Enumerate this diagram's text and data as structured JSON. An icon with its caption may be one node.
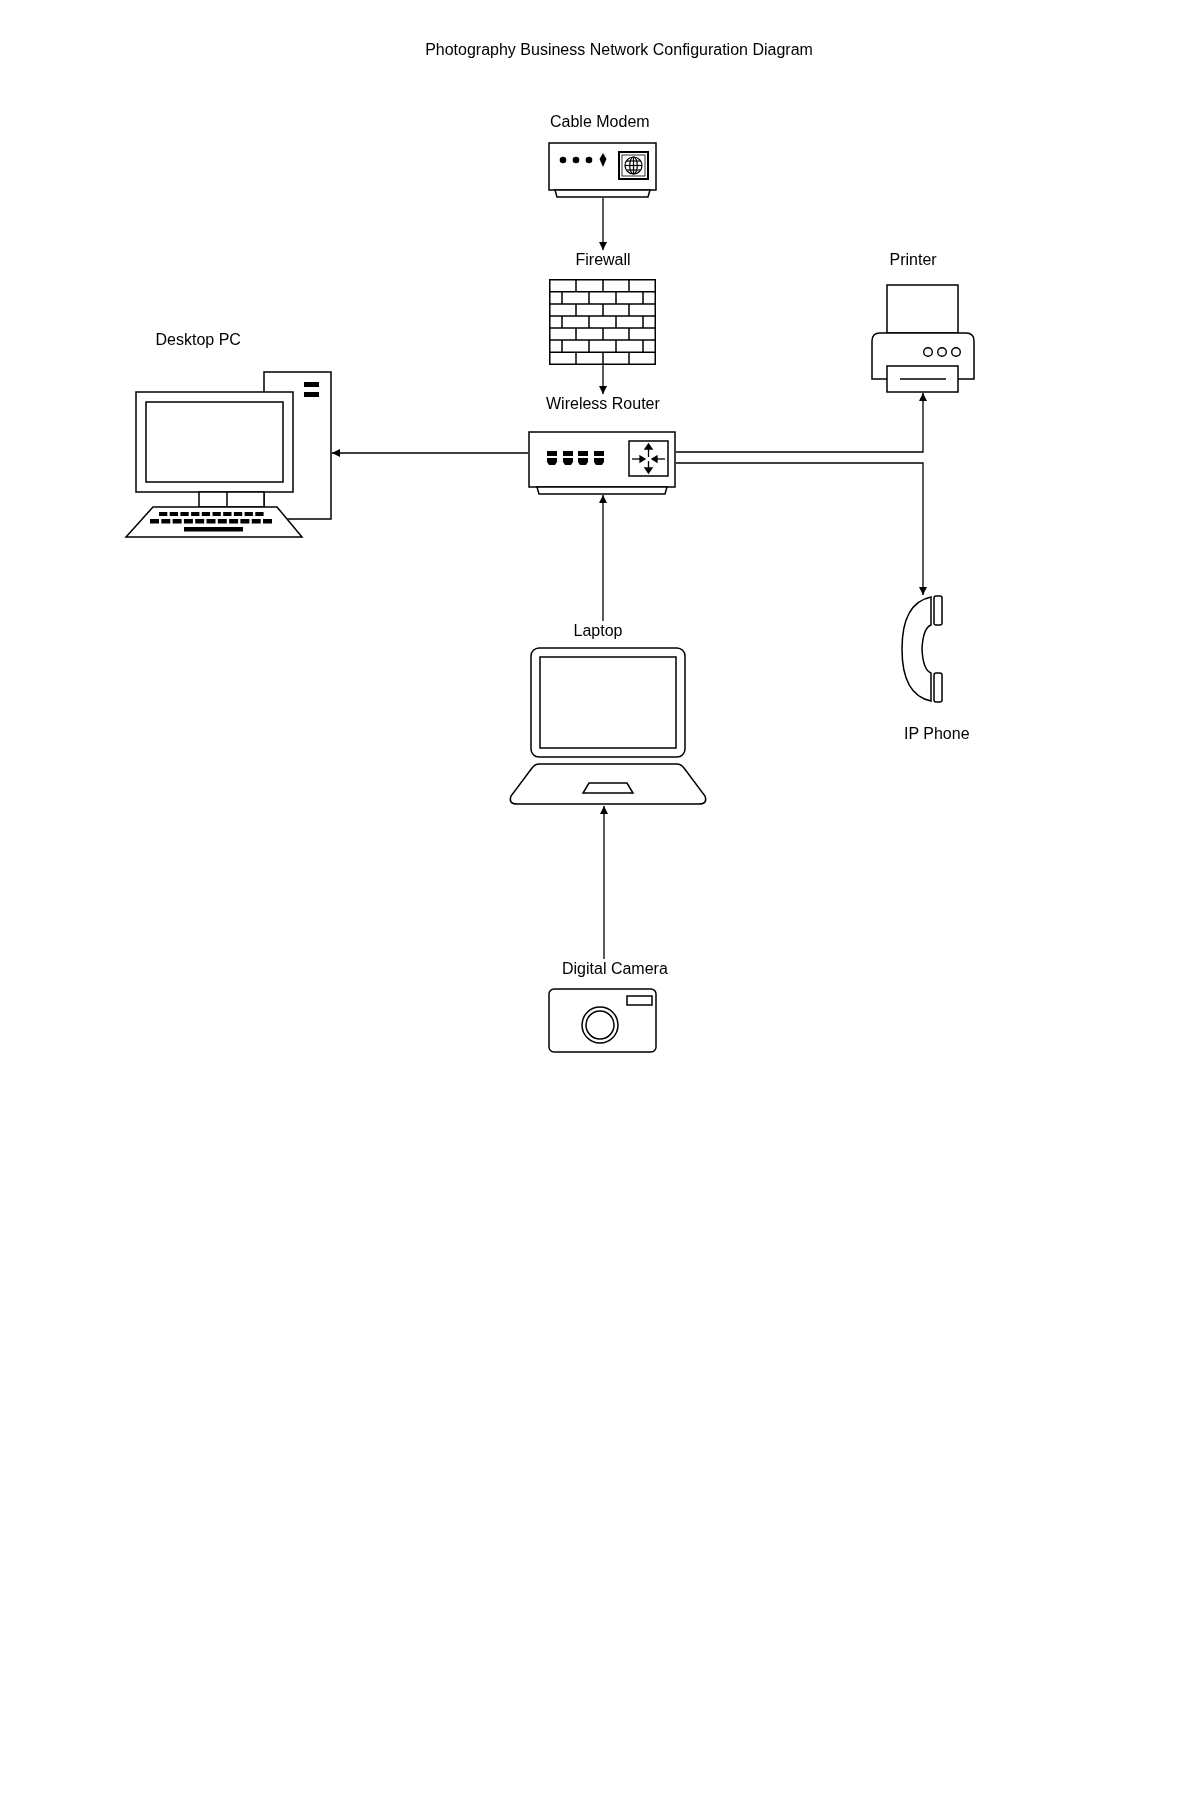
{
  "diagram": {
    "title": "Photography Business Network Configuration Diagram",
    "nodes": [
      {
        "text": [
          "Cable Modem"
        ]
      },
      {
        "text": [
          "Firewall"
        ]
      },
      {
        "text": [
          "Printer"
        ]
      },
      {
        "text": [
          "Desktop PC"
        ]
      },
      {
        "text": [
          "Wireless Router"
        ]
      },
      {
        "text": [
          "Laptop"
        ]
      },
      {
        "text": [
          "IP Phone"
        ]
      },
      {
        "text": [
          "Digital Camera"
        ]
      }
    ],
    "edges": [
      {
        "from": 0,
        "to": 1,
        "arrow": "to"
      },
      {
        "from": 1,
        "to": 4,
        "arrow": "to"
      },
      {
        "from": 4,
        "to": 3,
        "arrow": "to"
      },
      {
        "from": 4,
        "to": 2,
        "arrow": "to"
      },
      {
        "from": 4,
        "to": 6,
        "arrow": "to"
      },
      {
        "from": 5,
        "to": 4,
        "arrow": "to"
      },
      {
        "from": 7,
        "to": 5,
        "arrow": "to"
      }
    ]
  }
}
